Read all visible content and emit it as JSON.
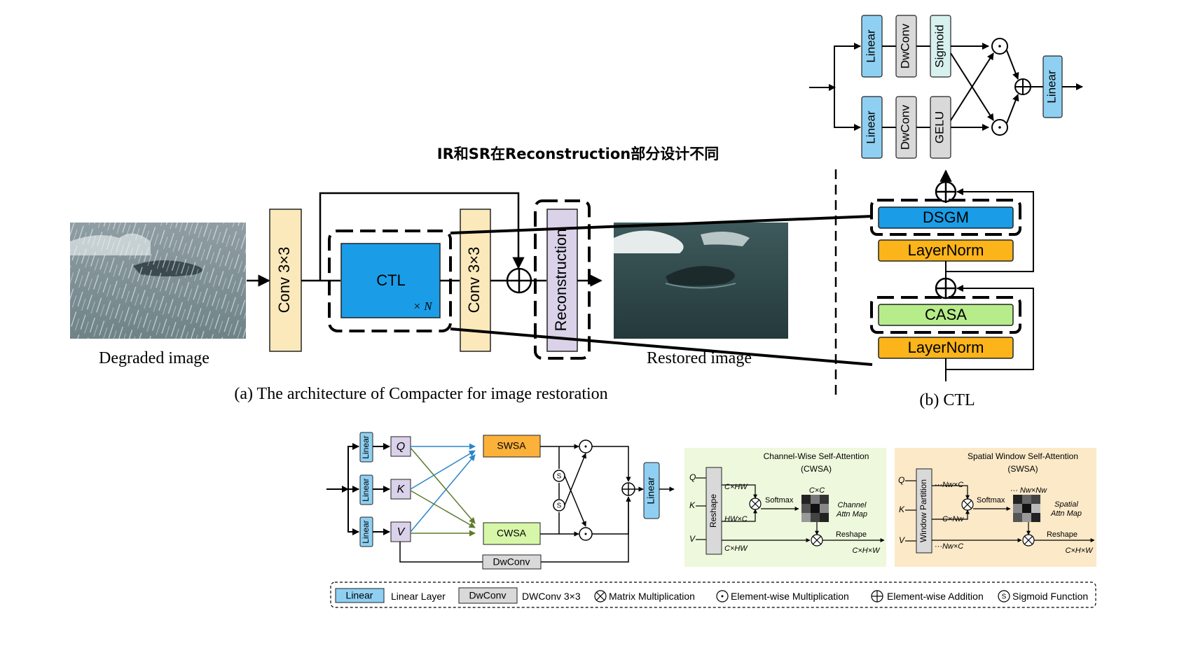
{
  "annotation_cn": "IR和SR在Reconstruction部分设计不同",
  "panel_a": {
    "conv1_label": "Conv 3×3",
    "ctl_label": "CTL",
    "ctl_repeat": "× N",
    "conv2_label": "Conv 3×3",
    "recon_label": "Reconstruction",
    "degraded_caption": "Degraded image",
    "restored_caption": "Restored image",
    "caption": "(a) The architecture of Compacter for image restoration"
  },
  "panel_b": {
    "dsgm_label": "DSGM",
    "layernorm_label": "LayerNorm",
    "casa_label": "CASA",
    "caption": "(b) CTL"
  },
  "dsgm_detail": {
    "linear_label": "Linear",
    "dwconv_label": "DwConv",
    "sigmoid_label": "Sigmoid",
    "gelu_label": "GELU"
  },
  "casa_detail": {
    "linear_label": "Linear",
    "q_label": "Q",
    "k_label": "K",
    "v_label": "V",
    "swsa_label": "SWSA",
    "cwsa_label": "CWSA",
    "dwconv_label": "DwConv",
    "s_label": "S"
  },
  "cwsa_panel": {
    "title_line1": "Channel-Wise Self-Attention",
    "title_line2": "(CWSA)",
    "reshape_label": "Reshape",
    "q": "Q",
    "k": "K",
    "v": "V",
    "d1": "C×HW",
    "d2": "HW×C",
    "d3": "C×HW",
    "d4": "C×C",
    "softmax": "Softmax",
    "attn_line1": "Channel",
    "attn_line2": "Attn Map",
    "reshape_out": "Reshape",
    "out_dim": "C×H×W"
  },
  "swsa_panel": {
    "title_line1": "Spatial Window Self-Attention",
    "title_line2": "(SWSA)",
    "partition_label": "Window Partition",
    "q": "Q",
    "k": "K",
    "v": "V",
    "d1": "···Nw×C",
    "d2": "···C×Nw",
    "d3": "···Nw×C",
    "d4": "··· Nw×Nw",
    "softmax": "Softmax",
    "attn_line1": "Spatial",
    "attn_line2": "Attn Map",
    "reshape_out": "Reshape",
    "out_dim": "C×H×W"
  },
  "legend": {
    "linear_box": "Linear",
    "linear_text": "Linear Layer",
    "dwconv_box": "DwConv",
    "dwconv_text": "DWConv 3×3",
    "matmul": "Matrix Multiplication",
    "elemmul": "Element-wise Multiplication",
    "elemadd": "Element-wise Addition",
    "sigmoid": "Sigmoid Function"
  },
  "colors": {
    "conv_fill": "#fbe9bb",
    "ctl_fill": "#1a9de6",
    "recon_fill": "#d9d2e9",
    "dsgm_fill": "#1a9de6",
    "layernorm_fill": "#fbb41a",
    "casa_fill": "#b6ec8a",
    "linear_fill": "#8fd0f2",
    "dwconv_fill": "#d9d9d9",
    "sigmoid_fill": "#d7f1ee",
    "swsa_fill": "#fbb13a",
    "cwsa_fill": "#d7f7a8",
    "qkv_fill": "#dad2ea",
    "cwsa_panel_bg": "#eef8dc",
    "swsa_panel_bg": "#fbe9c8"
  }
}
